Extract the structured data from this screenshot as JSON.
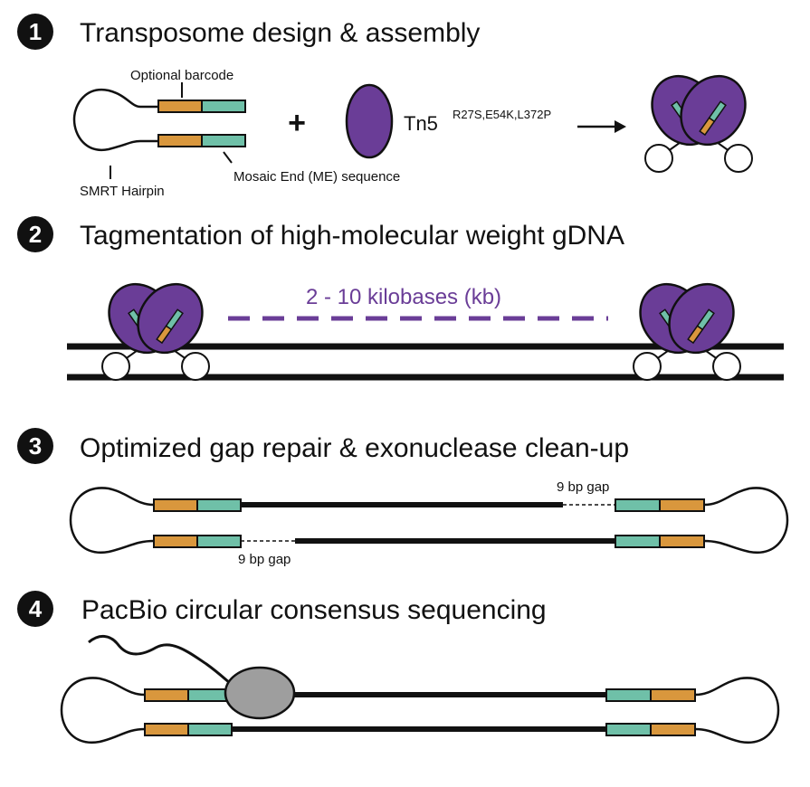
{
  "colors": {
    "barcode": "#D9973D",
    "mosaic_end": "#6FC0A8",
    "tn5": "#6A3D97",
    "tn5_dark": "#3E1F5F",
    "dna": "#111111",
    "polymerase": "#9E9E9E",
    "length_label": "#6A3D97"
  },
  "steps": [
    {
      "number": "1",
      "title": "Transposome design & assembly"
    },
    {
      "number": "2",
      "title": "Tagmentation of high-molecular weight gDNA"
    },
    {
      "number": "3",
      "title": "Optimized gap repair & exonuclease clean-up"
    },
    {
      "number": "4",
      "title": "PacBio circular consensus sequencing"
    }
  ],
  "step1": {
    "barcode_label": "Optional barcode",
    "hairpin_label": "SMRT Hairpin",
    "me_label": "Mosaic End (ME) sequence",
    "plus": "+",
    "tn5_name": "Tn5",
    "tn5_mutations": "R27S,E54K,L372P"
  },
  "step2": {
    "length_label": "2 - 10 kilobases (kb)"
  },
  "step3": {
    "gap_top": "9 bp gap",
    "gap_bottom": "9 bp gap"
  }
}
